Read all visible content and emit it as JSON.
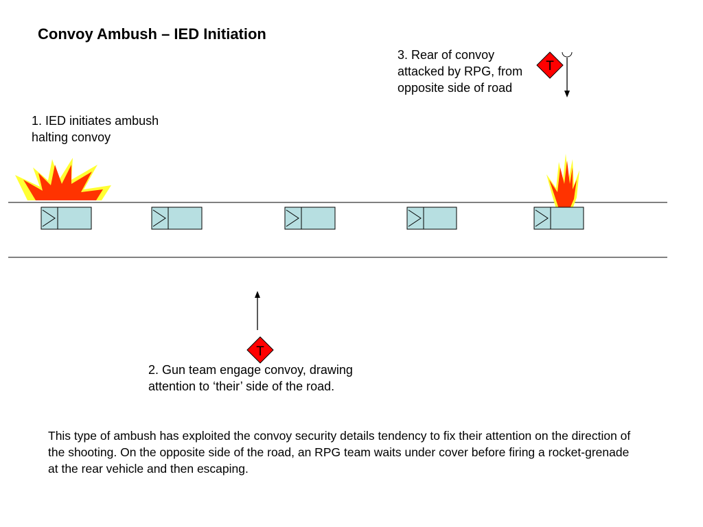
{
  "title": "Convoy Ambush – IED Initiation",
  "steps": [
    {
      "number": "1.",
      "text": "IED initiates ambush\nhalting convoy"
    },
    {
      "number": "2.",
      "text": "Gun team engage convoy, drawing\nattention to ‘their’ side of the road."
    },
    {
      "number": "3.",
      "text": "Rear of convoy\nattacked by RPG, from\nopposite side of road"
    }
  ],
  "summary": "This type of ambush has exploited the convoy security details tendency to fix their attention on the direction of the shooting. On the opposite side of the road, an RPG team waits under cover before firing a rocket-grenade at the rear vehicle and then escaping.",
  "threat_marker": {
    "letter": "T",
    "color": "#ff0000"
  },
  "vehicles": {
    "count": 5,
    "fill": "#b7dfe1"
  },
  "explosion_colors": {
    "outer": "#ffff33",
    "inner": "#ff3300"
  }
}
